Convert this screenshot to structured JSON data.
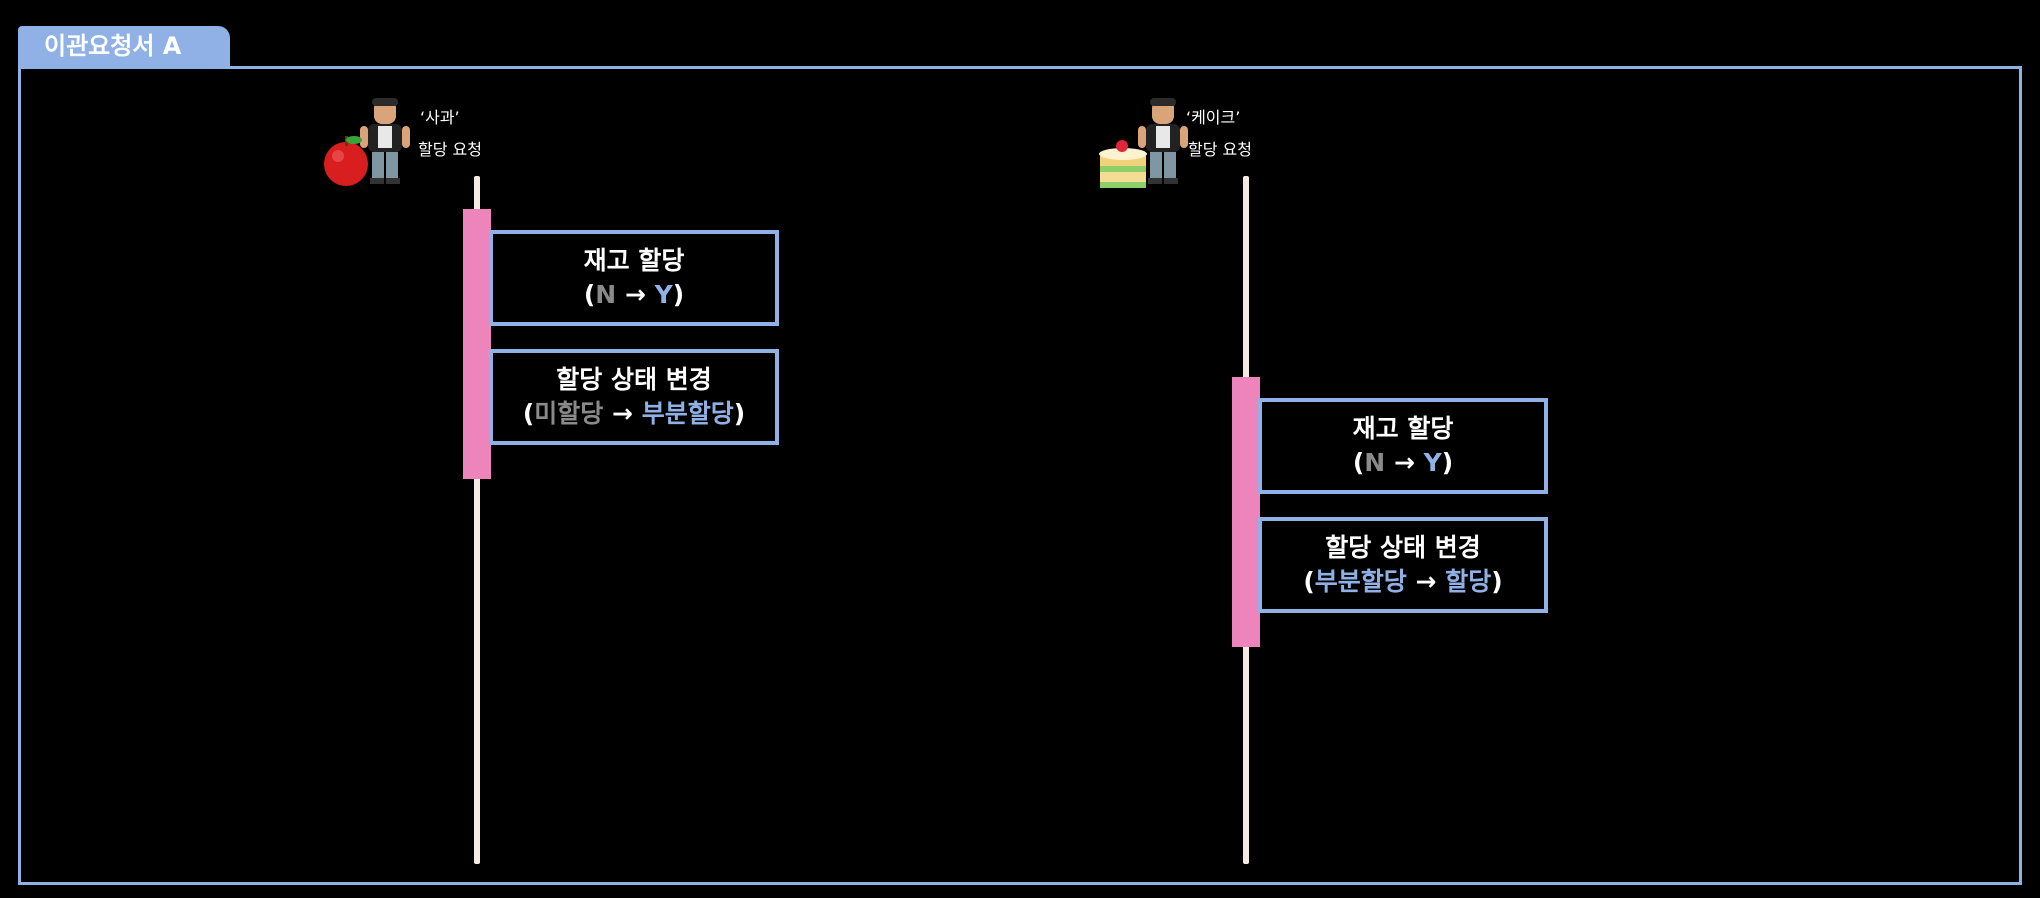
{
  "tab_label": "이관요청서 A",
  "colors": {
    "accent": "#8fb1e6",
    "activation": "#ee84bc",
    "lifeline": "#f3ece0",
    "muted": "#8a8a8a"
  },
  "actors": [
    {
      "title": "‘사과’",
      "subtitle": "할당 요청",
      "icon": "apple-person-icon",
      "steps": [
        {
          "heading": "재고 할당",
          "open": "(",
          "from": "N",
          "arrow": "→",
          "to": "Y",
          "close": ")"
        },
        {
          "heading": "할당 상태 변경",
          "open": "(",
          "from": "미할당",
          "arrow": "→",
          "to": "부분할당",
          "close": ")"
        }
      ]
    },
    {
      "title": "‘케이크’",
      "subtitle": "할당 요청",
      "icon": "cake-person-icon",
      "steps": [
        {
          "heading": "재고 할당",
          "open": "(",
          "from": "N",
          "arrow": "→",
          "to": "Y",
          "close": ")"
        },
        {
          "heading": "할당 상태 변경",
          "open": "(",
          "from": "부분할당",
          "arrow": "→",
          "to": "할당",
          "close": ")"
        }
      ]
    }
  ]
}
